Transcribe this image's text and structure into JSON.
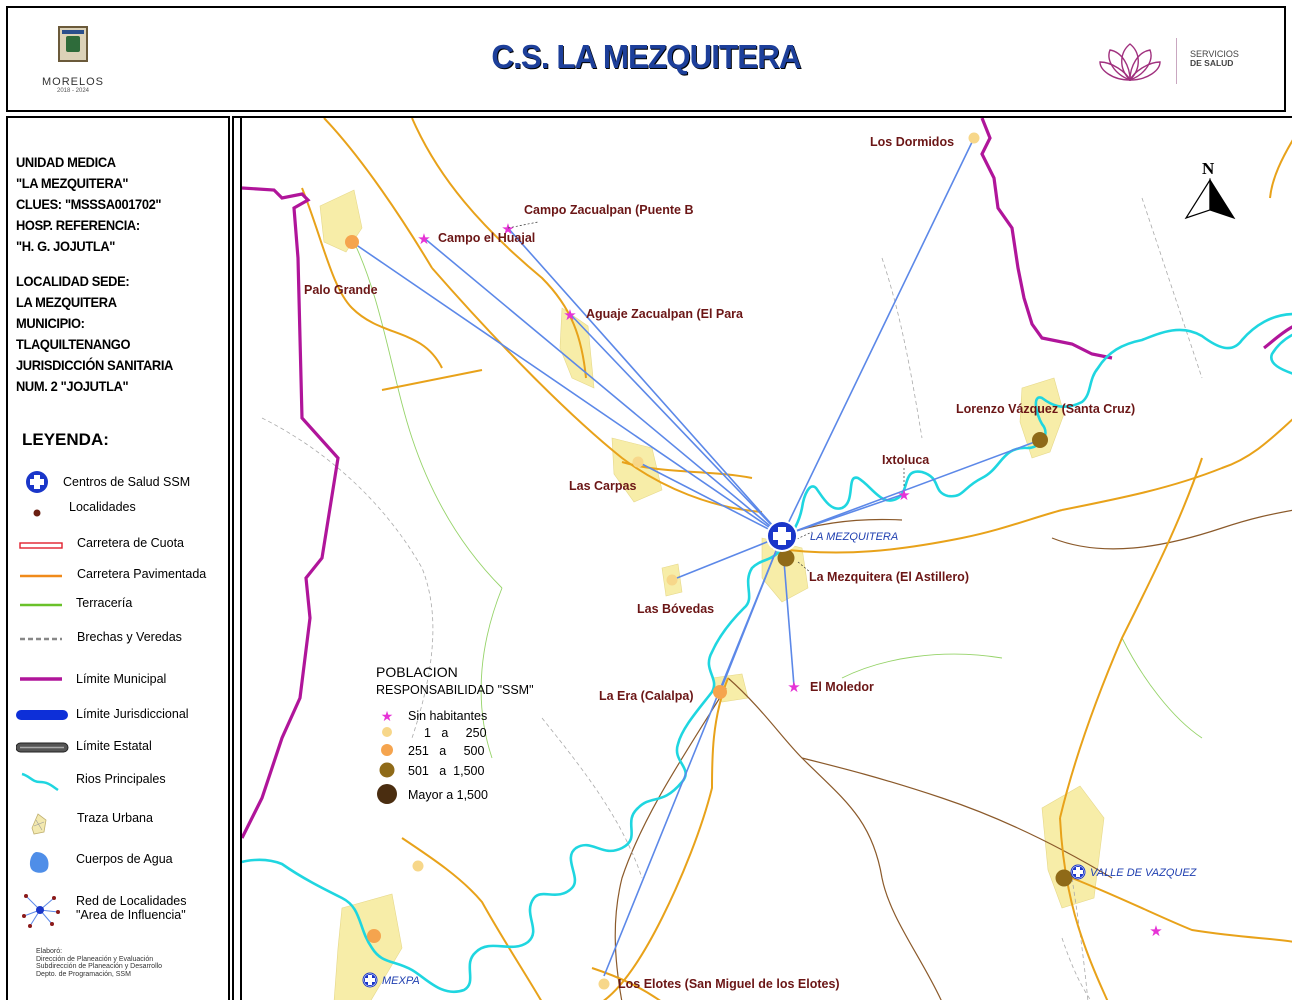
{
  "header": {
    "title": "C.S. LA MEZQUITERA",
    "left_logo": {
      "name": "MORELOS",
      "years": "2018 - 2024"
    },
    "right_logo": {
      "line1": "SERVICIOS",
      "line2": "DE SALUD"
    }
  },
  "info": {
    "line1": "UNIDAD MEDICA",
    "line2": "\"LA MEZQUITERA\"",
    "line3": "CLUES: \"MSSSA001702\"",
    "line4": "HOSP. REFERENCIA:",
    "line5": "\"H. G. JOJUTLA\"",
    "line6": "LOCALIDAD SEDE:",
    "line7": "LA MEZQUITERA",
    "line8": "MUNICIPIO:",
    "line9": "TLAQUILTENANGO",
    "line10": "JURISDICCIÓN SANITARIA",
    "line11": "NUM. 2 \"JOJUTLA\""
  },
  "legend": {
    "title": "LEYENDA:",
    "items": {
      "centros": "Centros de Salud SSM",
      "localidades": "Localidades",
      "cuota": "Carretera de Cuota",
      "pavimentada": "Carretera Pavimentada",
      "terraceria": "Terracería",
      "brechas": "Brechas y Veredas",
      "municipal": "Límite Municipal",
      "jurisdiccional": "Límite Jurisdiccional",
      "estatal": "Límite Estatal",
      "rios": "Rios Principales",
      "traza": "Traza Urbana",
      "cuerpos": "Cuerpos de Agua",
      "red1": "Red de Localidades",
      "red2": "\"Area de Influencia\""
    }
  },
  "credits": {
    "l1": "Elaboró:",
    "l2": "Dirección de Planeación y Evaluación",
    "l3": "Subdirección de Planeación y Desarrollo",
    "l4": "Depto. de Programación, SSM"
  },
  "map": {
    "north": "N",
    "places": {
      "los_dormidos": "Los Dormidos",
      "campo_zacualpan": "Campo Zacualpan (Puente B",
      "campo_huajal": "Campo el Huajal",
      "palo_grande": "Palo Grande",
      "aguaje": "Aguaje Zacualpan (El Para",
      "lorenzo": "Lorenzo Vázquez (Santa Cruz)",
      "ixtoluca": "Ixtoluca",
      "las_carpas": "Las Carpas",
      "la_mezquitera": "La Mezquitera (El Astillero)",
      "las_bovedas": "Las Bóvedas",
      "la_era": "La Era (Calalpa)",
      "el_moledor": "El Moledor",
      "los_elotes": "Los Elotes (San Miguel de los Elotes)"
    },
    "health_centers": {
      "mezquitera": "LA MEZQUITERA",
      "valle": "VALLE DE VAZQUEZ",
      "mexpa": "MEXPA"
    },
    "population_legend": {
      "title": "POBLACION",
      "subtitle": "RESPONSABILIDAD \"SSM\"",
      "c0": "Sin habitantes",
      "c1": "1   a     250",
      "c2": "251   a     500",
      "c3": "501   a  1,500",
      "c4": "Mayor a 1,500"
    }
  },
  "colors": {
    "title_blue": "#1d3f9a",
    "municipal_limit": "#b0159a",
    "river": "#1fd6e0",
    "paved_road": "#e8a21a",
    "dirt_road": "#8b5a2b",
    "influence_line": "#5c88e8",
    "urban": "#f7eda8",
    "health_center": "#1a36c9",
    "no_people": "#e633d6",
    "pop_1_250": "#f7d78a",
    "pop_251_500": "#f5a44e",
    "pop_501_1500": "#8f6a18",
    "pop_gt_1500": "#4a2d10"
  }
}
